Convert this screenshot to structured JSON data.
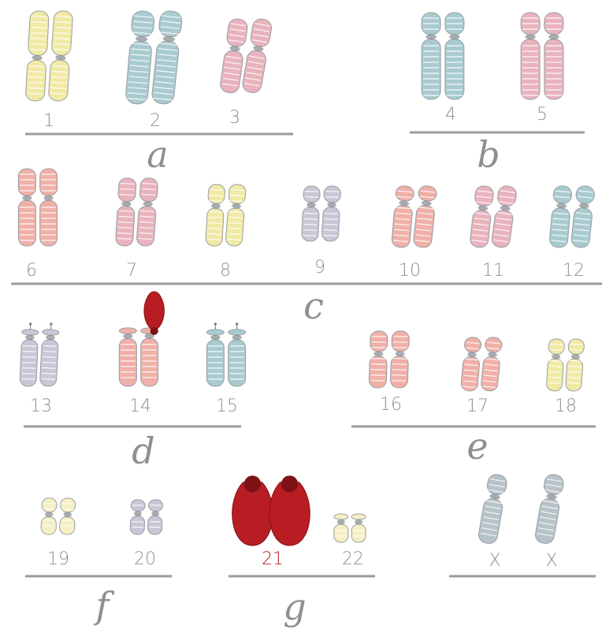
{
  "colors": {
    "yellow": "#f1eaa6",
    "blue": "#a9cbd0",
    "pink": "#e9b3bd",
    "salmon": "#f0b0a8",
    "lavender": "#c9c7d6",
    "cream": "#f5efc4",
    "grey": "#b7c3c8",
    "red": "#b81d23",
    "line": "#9b9b9b",
    "label": "#8f8f8f",
    "label_red": "#b81d23"
  },
  "chromosomes": [
    {
      "label": "1",
      "color": "yellow"
    },
    {
      "label": "2",
      "color": "blue"
    },
    {
      "label": "3",
      "color": "pink"
    },
    {
      "label": "4",
      "color": "blue"
    },
    {
      "label": "5",
      "color": "pink"
    },
    {
      "label": "6",
      "color": "salmon"
    },
    {
      "label": "7",
      "color": "pink"
    },
    {
      "label": "8",
      "color": "yellow"
    },
    {
      "label": "9",
      "color": "lavender"
    },
    {
      "label": "10",
      "color": "salmon"
    },
    {
      "label": "11",
      "color": "pink"
    },
    {
      "label": "12",
      "color": "blue"
    },
    {
      "label": "13",
      "color": "lavender"
    },
    {
      "label": "14",
      "color": "salmon",
      "translocation": true
    },
    {
      "label": "15",
      "color": "blue"
    },
    {
      "label": "16",
      "color": "salmon"
    },
    {
      "label": "17",
      "color": "salmon"
    },
    {
      "label": "18",
      "color": "yellow"
    },
    {
      "label": "19",
      "color": "cream"
    },
    {
      "label": "20",
      "color": "lavender"
    },
    {
      "label": "21",
      "color": "red",
      "highlight": true
    },
    {
      "label": "22",
      "color": "cream"
    },
    {
      "label": "X",
      "color": "grey"
    },
    {
      "label": "X",
      "color": "grey"
    }
  ],
  "groups": [
    {
      "label": "a"
    },
    {
      "label": "b"
    },
    {
      "label": "c"
    },
    {
      "label": "d"
    },
    {
      "label": "e"
    },
    {
      "label": "f"
    },
    {
      "label": "g"
    }
  ]
}
